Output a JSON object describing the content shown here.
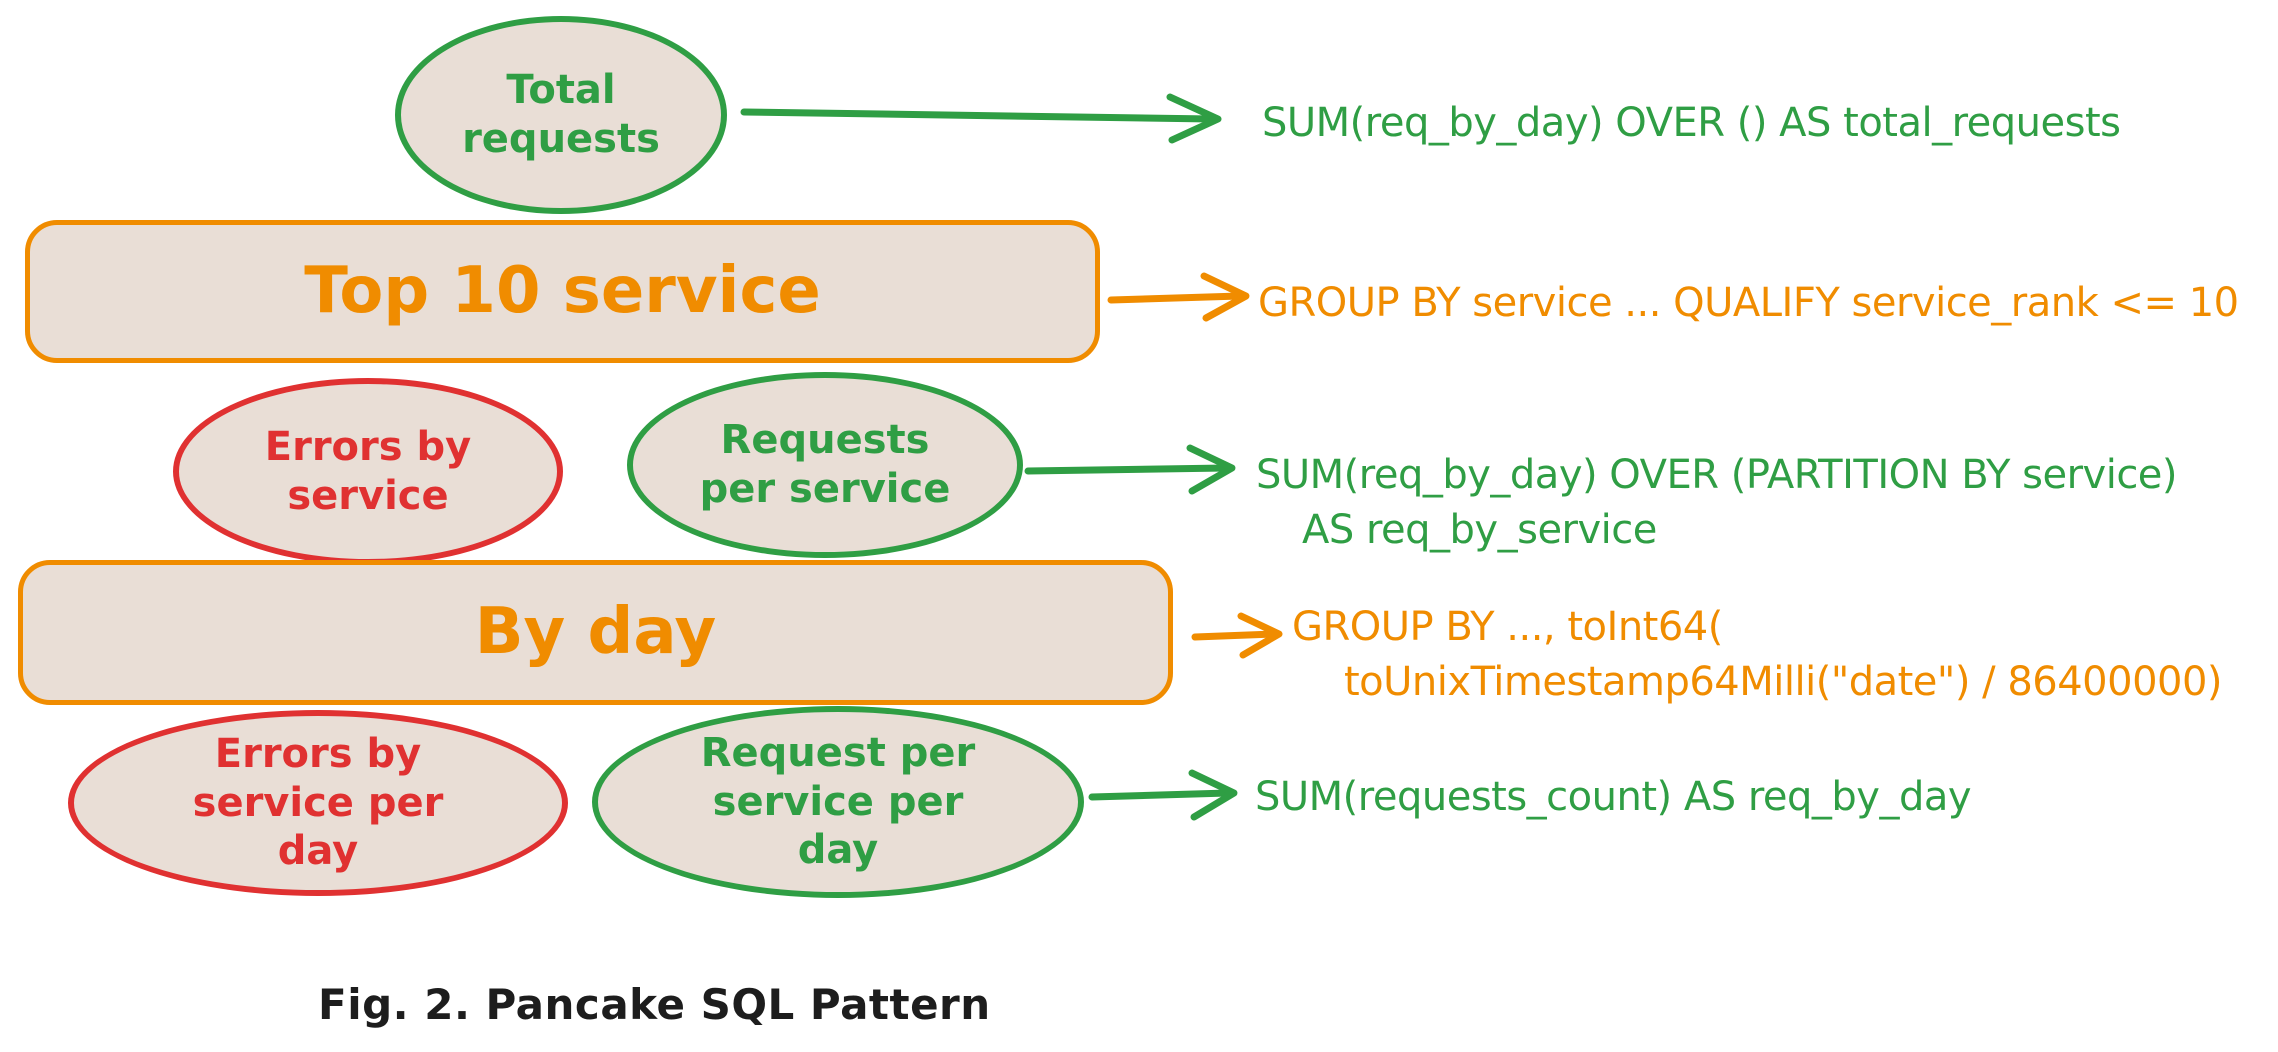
{
  "colors": {
    "green": "#2f9e44",
    "red": "#e03131",
    "orange": "#f08c00",
    "shape_fill": "#e9ded6",
    "ink": "#1d1d1d",
    "background": "#ffffff"
  },
  "nodes": {
    "total_requests": {
      "label": "Total requests",
      "color": "green",
      "shape": "ellipse"
    },
    "top_10_service": {
      "label": "Top 10 service",
      "color": "orange",
      "shape": "rounded-rectangle"
    },
    "errors_by_service": {
      "label": "Errors by service",
      "color": "red",
      "shape": "ellipse"
    },
    "requests_per_service": {
      "label": "Requests per service",
      "color": "green",
      "shape": "ellipse"
    },
    "by_day": {
      "label": "By day",
      "color": "orange",
      "shape": "rounded-rectangle"
    },
    "errors_by_service_per_day": {
      "label": "Errors by service per day",
      "color": "red",
      "shape": "ellipse"
    },
    "request_per_service_per_day": {
      "label": "Request per service per day",
      "color": "green",
      "shape": "ellipse"
    }
  },
  "annotations": {
    "total_requests_sql": {
      "color": "green",
      "lines": [
        "SUM(req_by_day) OVER () AS total_requests"
      ]
    },
    "top_10_service_sql": {
      "color": "orange",
      "lines": [
        "GROUP BY service ... QUALIFY service_rank <= 10"
      ]
    },
    "requests_per_service_sql": {
      "color": "green",
      "lines": [
        "SUM(req_by_day) OVER (PARTITION BY service)",
        "AS req_by_service"
      ]
    },
    "by_day_sql": {
      "color": "orange",
      "lines": [
        "GROUP BY ..., toInt64(",
        "toUnixTimestamp64Milli(\"date\") / 86400000)"
      ]
    },
    "req_by_day_sql": {
      "color": "green",
      "lines": [
        "SUM(requests_count) AS req_by_day"
      ]
    }
  },
  "caption": "Fig. 2. Pancake SQL Pattern"
}
